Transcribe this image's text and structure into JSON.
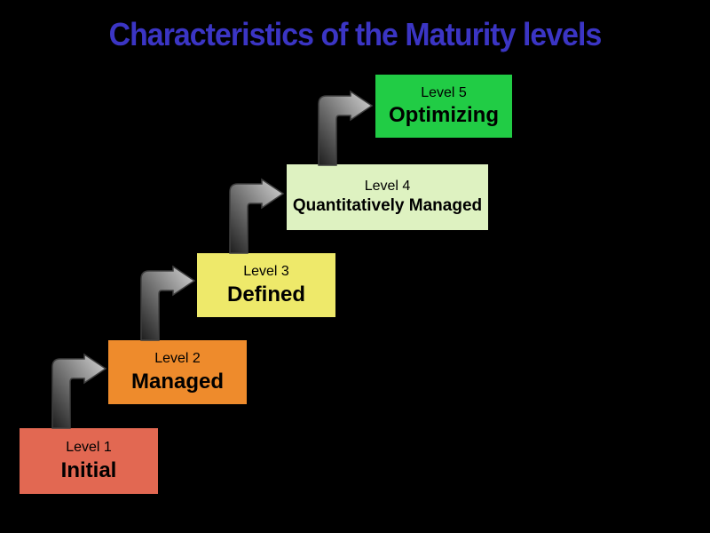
{
  "title": {
    "text": "Characteristics of the Maturity levels",
    "color": "#3B35C4"
  },
  "background_color": "#000000",
  "levels": [
    {
      "label": "Level 1",
      "name": "Initial",
      "color": "#E26852"
    },
    {
      "label": "Level 2",
      "name": "Managed",
      "color": "#EE8B2C"
    },
    {
      "label": "Level 3",
      "name": "Defined",
      "color": "#EEE96A"
    },
    {
      "label": "Level 4",
      "name": "Quantitatively Managed",
      "color": "#DEF2C1"
    },
    {
      "label": "Level 5",
      "name": "Optimizing",
      "color": "#21CC45"
    }
  ],
  "arrows": {
    "direction": "up-then-right",
    "gradient_from": "#1E1E1E",
    "gradient_mid": "#6E6E6E",
    "gradient_to": "#D6D6D6",
    "outline": "#3F3F3F"
  }
}
